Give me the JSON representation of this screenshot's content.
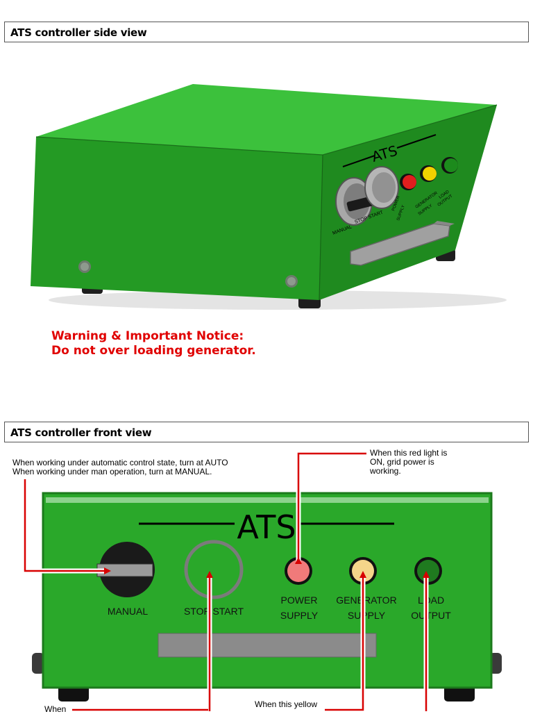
{
  "sections": {
    "side_title": "ATS controller side view",
    "front_title": "ATS controller front view"
  },
  "warning": {
    "line1": "Warning & Important Notice:",
    "line2": "Do not over loading generator."
  },
  "side_view": {
    "brand": "ATS",
    "label_manual": "MANUAL",
    "label_stop_start": "STOP START",
    "label_power": "POWER",
    "label_power2": "SUPPLY",
    "label_gen": "GENERATOR",
    "label_gen2": "SUPPLY",
    "label_load": "LOAD",
    "label_load2": "OUTPUT"
  },
  "front_view": {
    "brand": "ATS",
    "label_manual": "MANUAL",
    "label_stop_start": "STOP START",
    "label_power_1": "POWER",
    "label_power_2": "SUPPLY",
    "label_gen_1": "GENERATOR",
    "label_gen_2": "SUPPLY",
    "label_load_1": "LOAD",
    "label_load_2": "OUTPUT"
  },
  "notes": {
    "mode_1": "When working under automatic control state, turn at AUTO",
    "mode_2": "When working under man operation, turn at MANUAL.",
    "red_1": "When this red light is",
    "red_2": "ON, grid power is",
    "red_3": "working.",
    "yellow_1": "When this yellow",
    "when": "When"
  },
  "colors": {
    "panel_green": "#2aa82a",
    "panel_dark": "#1c7a1c",
    "callout_red": "#e00000",
    "lamp_red": "#f07a7a",
    "lamp_yellow": "#f5d58a"
  }
}
